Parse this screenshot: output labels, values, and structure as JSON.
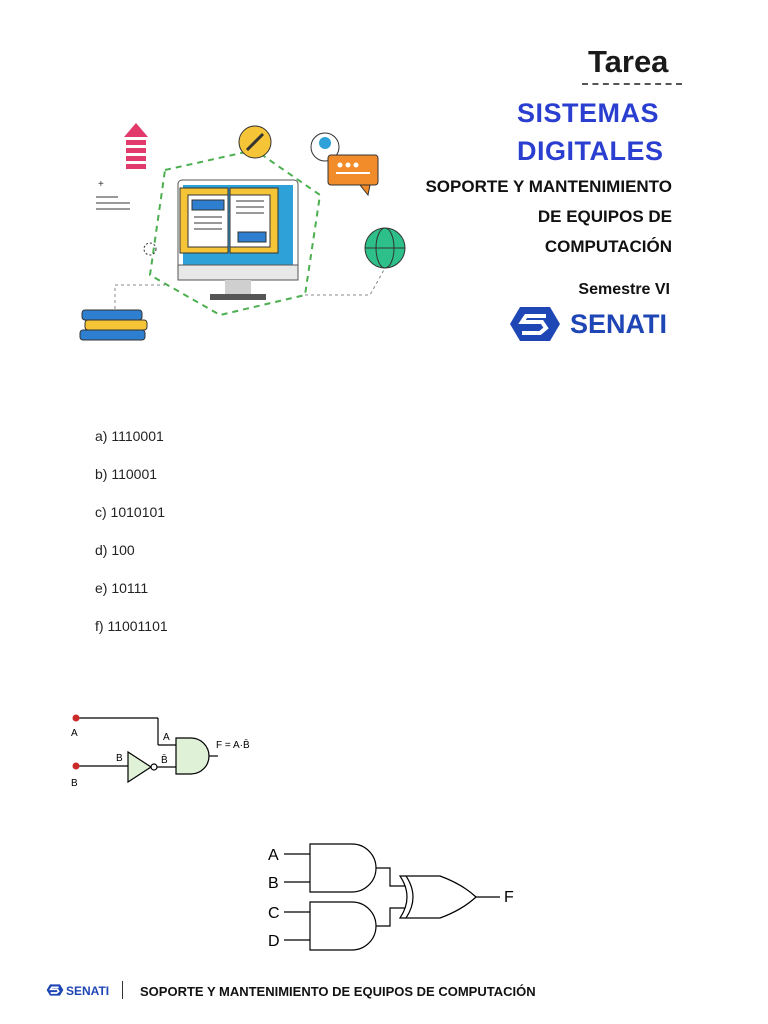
{
  "header": {
    "tarea": "Tarea",
    "title_line1": "SISTEMAS",
    "title_line2": "DIGITALES",
    "subtitle_line1": "SOPORTE Y MANTENIMIENTO",
    "subtitle_line2": "DE EQUIPOS DE",
    "subtitle_line3": "COMPUTACIÓN",
    "semester": "Semestre VI",
    "brand": "SENATI",
    "brand_color": "#1f46b5",
    "title_color": "#2a3fd0"
  },
  "exercises": [
    {
      "label": "a) 1110001"
    },
    {
      "label": "b) 110001"
    },
    {
      "label": "c) 1010101"
    },
    {
      "label": "d) 100"
    },
    {
      "label": "e) 10111"
    },
    {
      "label": "f) 11001101"
    }
  ],
  "circuit1": {
    "input_a": "A",
    "input_b": "B",
    "wire_a": "A",
    "wire_b": "B",
    "wire_b_not": "B̄",
    "output": "F = A·B̄",
    "gate_color": "#dff2d8",
    "node_color": "#cc2a2a"
  },
  "circuit2": {
    "inputs": [
      "A",
      "B",
      "C",
      "D"
    ],
    "output": "F"
  },
  "footer": {
    "brand": "SENATI",
    "text": "SOPORTE Y MANTENIMIENTO DE EQUIPOS DE COMPUTACIÓN"
  }
}
